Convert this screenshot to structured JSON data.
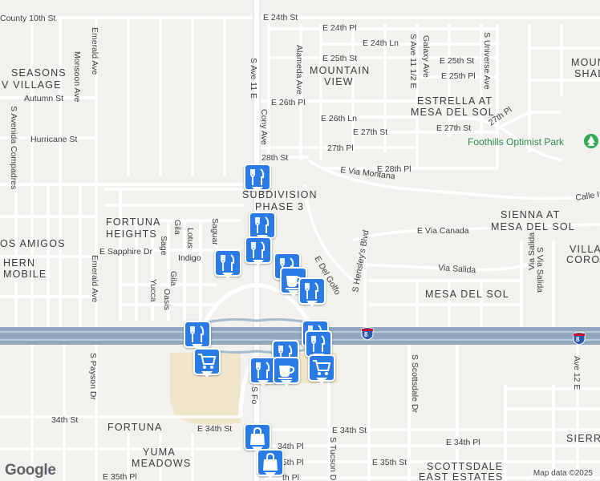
{
  "map": {
    "streets": [
      {
        "text": "County 10th St"
      },
      {
        "text": "E 24th St"
      },
      {
        "text": "E 24th Pl"
      },
      {
        "text": "E 24th Ln"
      },
      {
        "text": "E 25th St"
      },
      {
        "text": "E 25th St"
      },
      {
        "text": "E 25th Pl"
      },
      {
        "text": "E 26th Pl"
      },
      {
        "text": "E 26th Ln"
      },
      {
        "text": "E 27th St"
      },
      {
        "text": "E 27th St"
      },
      {
        "text": "27th Pl"
      },
      {
        "text": "27th Pl"
      },
      {
        "text": "28th St"
      },
      {
        "text": "E 28th Pl"
      },
      {
        "text": "E Via Montana"
      },
      {
        "text": "Calle I"
      },
      {
        "text": "E Via Canada"
      },
      {
        "text": "Via Salida"
      },
      {
        "text": "Via Salida"
      },
      {
        "text": "E Sapphire Dr"
      },
      {
        "text": "Indigo"
      },
      {
        "text": "Autumn St"
      },
      {
        "text": "Hurricane St"
      },
      {
        "text": "E 34th St"
      },
      {
        "text": "E 34th St"
      },
      {
        "text": "E 34th Pl"
      },
      {
        "text": "34th Pl"
      },
      {
        "text": "34th St"
      },
      {
        "text": "E 35th St"
      },
      {
        "text": "E 35th Pl"
      },
      {
        "text": "35th Pl"
      },
      {
        "text": "th Pl"
      },
      {
        "text": "S Ave 11 E"
      },
      {
        "text": "Cony Ave"
      },
      {
        "text": "Alameda Ave"
      },
      {
        "text": "Galaxy Ave"
      },
      {
        "text": "S Ave 11 1/2 E"
      },
      {
        "text": "S Universe Ave"
      },
      {
        "text": "Emerald Ave"
      },
      {
        "text": "Emerald Ave"
      },
      {
        "text": "Monsoon Ave"
      },
      {
        "text": "S Avenida Compadres"
      },
      {
        "text": "S Payson Dr"
      },
      {
        "text": "Gila"
      },
      {
        "text": "Gila"
      },
      {
        "text": "Sage"
      },
      {
        "text": "Lotus"
      },
      {
        "text": "Saguar"
      },
      {
        "text": "Oasis"
      },
      {
        "text": "Yucca"
      },
      {
        "text": "E Del Golfo"
      },
      {
        "text": "S Hensley's Blvd"
      },
      {
        "text": "S Scottsdale Dr"
      },
      {
        "text": "S Tucson D"
      },
      {
        "text": "S Fo"
      },
      {
        "text": "Ave 12 E"
      },
      {
        "text": "S Via Salida"
      }
    ],
    "areas": [
      {
        "text": "SEASONS"
      },
      {
        "text": "V VILLAGE"
      },
      {
        "text": "MOUNTAIN"
      },
      {
        "text": "VIEW"
      },
      {
        "text": "ESTRELLA AT"
      },
      {
        "text": "MESA DEL SOL"
      },
      {
        "text": "MOUN"
      },
      {
        "text": "SHAD"
      },
      {
        "text": "SUBDIVISION"
      },
      {
        "text": "PHASE 3"
      },
      {
        "text": "FORTUNA"
      },
      {
        "text": "HEIGHTS"
      },
      {
        "text": "OS AMIGOS"
      },
      {
        "text": "HERN"
      },
      {
        "text": "MOBILE"
      },
      {
        "text": "SIENNA AT"
      },
      {
        "text": "MESA DEL SOL"
      },
      {
        "text": "VILLA"
      },
      {
        "text": "CORON"
      },
      {
        "text": "MESA DEL SOL"
      },
      {
        "text": "FORTUNA"
      },
      {
        "text": "YUMA"
      },
      {
        "text": "MEADOWS"
      },
      {
        "text": "SCOTTSDALE"
      },
      {
        "text": "EAST ESTATES"
      },
      {
        "text": "SIERR"
      }
    ],
    "park": {
      "name": "Foothills Optimist Park"
    },
    "highway_shield": "8",
    "poi_markers": [
      {
        "type": "restaurant"
      },
      {
        "type": "restaurant"
      },
      {
        "type": "restaurant"
      },
      {
        "type": "restaurant"
      },
      {
        "type": "restaurant"
      },
      {
        "type": "cafe"
      },
      {
        "type": "restaurant"
      },
      {
        "type": "restaurant"
      },
      {
        "type": "restaurant"
      },
      {
        "type": "restaurant"
      },
      {
        "type": "shopping-cart"
      },
      {
        "type": "restaurant"
      },
      {
        "type": "restaurant"
      },
      {
        "type": "cafe"
      },
      {
        "type": "shopping-cart"
      },
      {
        "type": "shopping-bag"
      },
      {
        "type": "shopping-bag"
      }
    ]
  },
  "attribution": {
    "logo": "Google",
    "map_data": "Map data ©2025"
  },
  "colors": {
    "background": "#f2f1ee",
    "road": "#ffffff",
    "road_outline": "#d9d9d9",
    "highway": "#8fa8bf",
    "marker": "#2b7be6",
    "park": "#2f8a52",
    "commercial": "#f0e6cc"
  }
}
